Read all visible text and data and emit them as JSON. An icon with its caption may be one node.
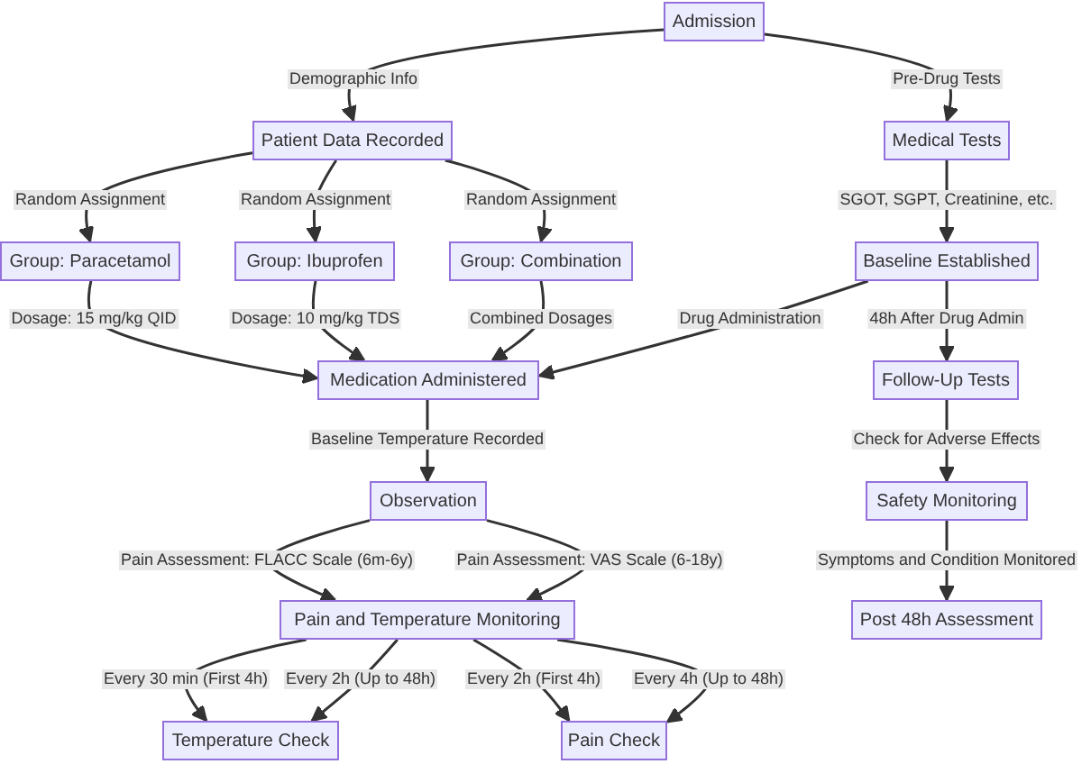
{
  "diagram": {
    "nodes": [
      {
        "text": [
          "Admission"
        ]
      },
      {
        "text": [
          "Patient Data Recorded"
        ]
      },
      {
        "text": [
          "Medical Tests"
        ]
      },
      {
        "text": [
          "Group: Paracetamol"
        ]
      },
      {
        "text": [
          "Group: Ibuprofen"
        ]
      },
      {
        "text": [
          "Group: Combination"
        ]
      },
      {
        "text": [
          "Baseline Established"
        ]
      },
      {
        "text": [
          "Medication Administered"
        ]
      },
      {
        "text": [
          "Follow-Up Tests"
        ]
      },
      {
        "text": [
          "Observation"
        ]
      },
      {
        "text": [
          "Safety Monitoring"
        ]
      },
      {
        "text": [
          "Pain and Temperature Monitoring"
        ]
      },
      {
        "text": [
          "Post 48h Assessment"
        ]
      },
      {
        "text": [
          "Temperature Check"
        ]
      },
      {
        "text": [
          "Pain Check"
        ]
      }
    ],
    "edges": [
      {
        "from": 0,
        "to": 1,
        "arrow": "to",
        "label": "Demographic Info"
      },
      {
        "from": 0,
        "to": 2,
        "arrow": "to",
        "label": "Pre-Drug Tests"
      },
      {
        "from": 1,
        "to": 3,
        "arrow": "to",
        "label": "Random Assignment"
      },
      {
        "from": 1,
        "to": 4,
        "arrow": "to",
        "label": "Random Assignment"
      },
      {
        "from": 1,
        "to": 5,
        "arrow": "to",
        "label": "Random Assignment"
      },
      {
        "from": 2,
        "to": 6,
        "arrow": "to",
        "label": "SGOT, SGPT, Creatinine, etc."
      },
      {
        "from": 3,
        "to": 7,
        "arrow": "to",
        "label": "Dosage: 15 mg/kg QID"
      },
      {
        "from": 4,
        "to": 7,
        "arrow": "to",
        "label": "Dosage: 10 mg/kg TDS"
      },
      {
        "from": 5,
        "to": 7,
        "arrow": "to",
        "label": "Combined Dosages"
      },
      {
        "from": 6,
        "to": 7,
        "arrow": "to",
        "label": "Drug Administration"
      },
      {
        "from": 6,
        "to": 8,
        "arrow": "to",
        "label": "48h After Drug Admin"
      },
      {
        "from": 7,
        "to": 9,
        "arrow": "to",
        "label": "Baseline Temperature Recorded"
      },
      {
        "from": 8,
        "to": 10,
        "arrow": "to",
        "label": "Check for Adverse Effects"
      },
      {
        "from": 9,
        "to": 11,
        "arrow": "to",
        "label": "Pain Assessment: FLACC Scale (6m-6y)"
      },
      {
        "from": 9,
        "to": 11,
        "arrow": "to",
        "label": "Pain Assessment: VAS Scale (6-18y)"
      },
      {
        "from": 10,
        "to": 12,
        "arrow": "to",
        "label": "Symptoms and Condition Monitored"
      },
      {
        "from": 11,
        "to": 13,
        "arrow": "to",
        "label": "Every 30 min (First 4h)"
      },
      {
        "from": 11,
        "to": 13,
        "arrow": "to",
        "label": "Every 2h (Up to 48h)"
      },
      {
        "from": 11,
        "to": 14,
        "arrow": "to",
        "label": "Every 2h (First 4h)"
      },
      {
        "from": 11,
        "to": 14,
        "arrow": "to",
        "label": "Every 4h (Up to 48h)"
      }
    ]
  }
}
